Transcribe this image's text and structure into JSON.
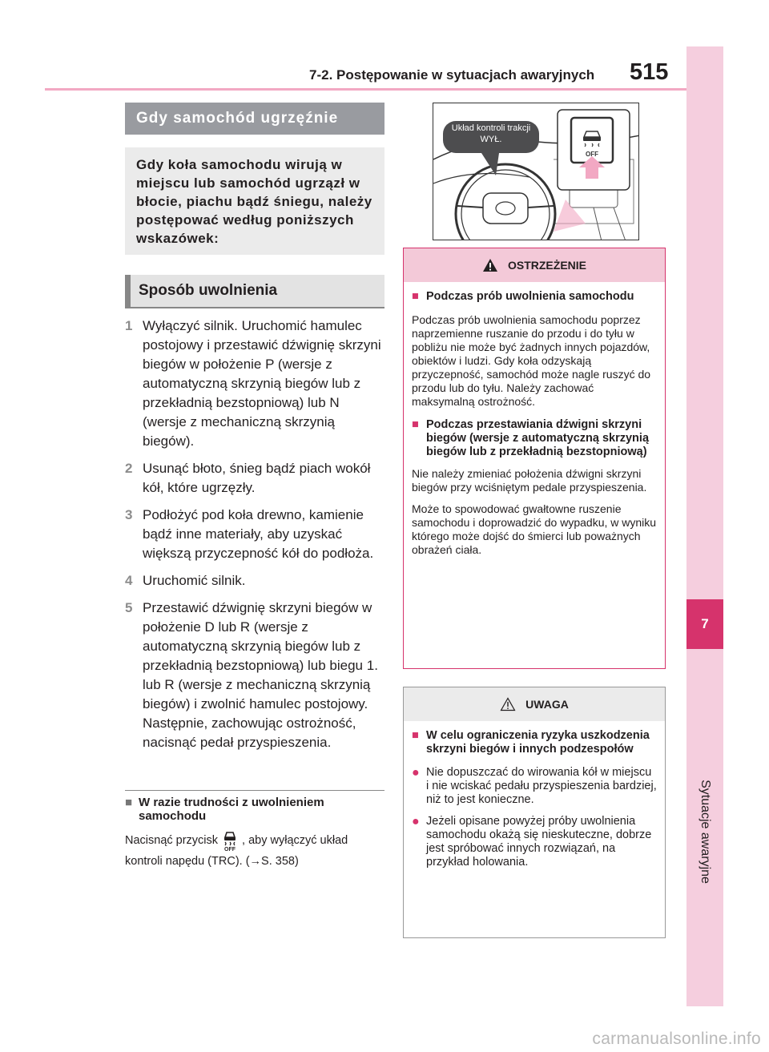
{
  "header": {
    "section_title": "7-2. Postępowanie w sytuacjach awaryjnych",
    "page_number": "515"
  },
  "side_tab": {
    "chapter_number": "7",
    "chapter_label": "Sytuacje awaryjne"
  },
  "section_banner": "Gdy samochód ugrzęźnie",
  "intro_box": "Gdy koła samochodu wirują w miejscu lub samochód ugrzązł w błocie, piachu bądź śniegu, należy postępować według poniższych wskazówek:",
  "sub_heading": "Sposób uwolnienia",
  "steps": [
    {
      "num": "1",
      "text": "Wyłączyć silnik. Uruchomić hamulec postojowy i przestawić dźwignię skrzyni biegów w położenie P (wersje z automatyczną skrzynią biegów lub z przekładnią bezstopniową) lub N (wersje z mechaniczną skrzynią biegów)."
    },
    {
      "num": "2",
      "text": "Usunąć błoto, śnieg bądź piach wokół kół, które ugrzęzły."
    },
    {
      "num": "3",
      "text": "Podłożyć pod koła drewno, kamienie bądź inne materiały, aby uzyskać większą przyczepność kół do podłoża."
    },
    {
      "num": "4",
      "text": "Uruchomić silnik."
    },
    {
      "num": "5",
      "text": "Przestawić dźwignię skrzyni biegów w położenie D lub R (wersje z automatyczną skrzynią biegów lub z przekładnią bezstopniową) lub biegu 1. lub R (wersje z mechaniczną skrzynią biegów) i zwolnić hamulec postojowy. Następnie, zachowując ostrożność, nacisnąć pedał przyspieszenia."
    }
  ],
  "note": {
    "marker": "■",
    "heading": "W razie trudności z uwolnieniem samochodu",
    "text_before_icon": "Nacisnąć przycisk",
    "text_after_icon": ", aby wyłączyć układ kontroli napędu (TRC). (→S. 358)"
  },
  "illustration": {
    "callout": "Układ kontroli trakcji WYŁ.",
    "button_label": "OFF"
  },
  "warning": {
    "title": "OSTRZEŻENIE",
    "marker": "■",
    "items": [
      {
        "heading": "Podczas prób uwolnienia samochodu",
        "paragraphs": [
          "Podczas prób uwolnienia samochodu poprzez naprzemienne ruszanie do przodu i do tyłu w pobliżu nie może być żadnych innych pojazdów, obiektów i ludzi. Gdy koła odzyskają przyczepność, samochód może nagle ruszyć do przodu lub do tyłu. Należy zachować maksymalną ostrożność."
        ]
      },
      {
        "heading": "Podczas przestawiania dźwigni skrzyni biegów (wersje z automatyczną skrzynią biegów lub z przekładnią bezstopniową)",
        "paragraphs": [
          "Nie należy zmieniać położenia dźwigni skrzyni biegów przy wciśniętym pedale przyspieszenia.",
          "Może to spowodować gwałtowne ruszenie samochodu i doprowadzić do wypadku, w wyniku którego może dojść do śmierci lub poważnych obrażeń ciała."
        ]
      }
    ]
  },
  "caution": {
    "title": "UWAGA",
    "marker": "■",
    "heading": "W celu ograniczenia ryzyka uszkodzenia skrzyni biegów i innych podzespołów",
    "bullet": "●",
    "bullets": [
      "Nie dopuszczać do wirowania kół w miejscu i nie wciskać pedału przyspieszenia bardziej, niż to jest konieczne.",
      "Jeżeli opisane powyżej próby uwolnienia samochodu okażą się nieskuteczne, dobrze jest spróbować innych rozwiązań, na przykład holowania."
    ]
  },
  "watermark": "carmanualsonline.info"
}
